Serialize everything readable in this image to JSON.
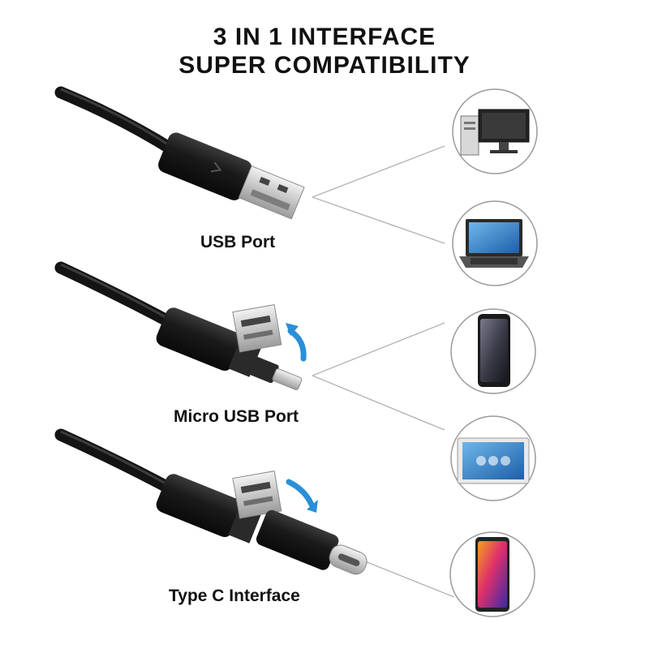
{
  "header": {
    "line1": "3 IN 1 INTERFACE",
    "line2": "SUPER COMPATIBILITY"
  },
  "ports": [
    {
      "label": "USB Port"
    },
    {
      "label": "Micro USB Port"
    },
    {
      "label": "Type C Interface"
    }
  ],
  "devices": [
    {
      "icon": "desktop-computer-icon"
    },
    {
      "icon": "laptop-icon"
    },
    {
      "icon": "smartphone-icon"
    },
    {
      "icon": "tablet-icon"
    },
    {
      "icon": "smartphone-icon"
    }
  ],
  "colors": {
    "cable": "#141414",
    "connector_metal": "#c9c9c9",
    "arrow": "#2a8fd8",
    "circle_border": "#9a9a9a"
  }
}
